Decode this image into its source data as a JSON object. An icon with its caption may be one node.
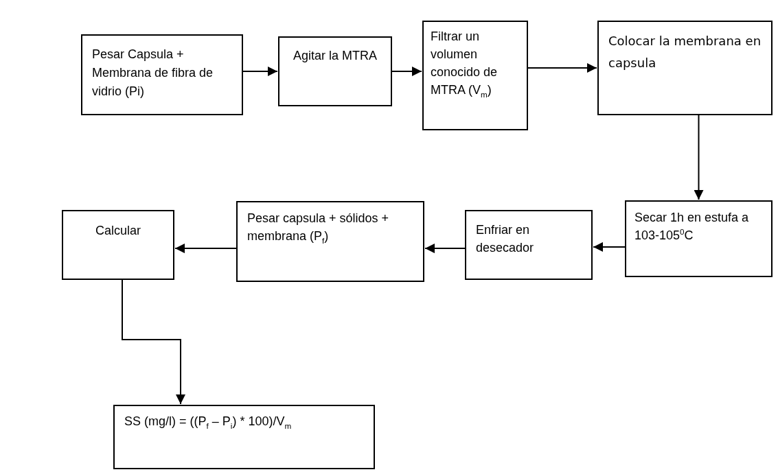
{
  "diagram": {
    "nodes": [
      {
        "text": [
          "Pesar Capsula + Membrana de fibra de vidrio (Pi)"
        ]
      },
      {
        "text": [
          "Agitar la MTRA"
        ]
      },
      {
        "text": [
          "Filtrar un volumen conocido de MTRA (V$_{m}$)"
        ]
      },
      {
        "text": [
          "Colocar la membrana en capsula"
        ]
      },
      {
        "text": [
          "Secar 1h en estufa a 103-105$^{0}$C"
        ]
      },
      {
        "text": [
          "Enfriar en desecador"
        ]
      },
      {
        "text": [
          "Pesar capsula + sólidos + membrana (P$_{f}$)"
        ]
      },
      {
        "text": [
          "Calcular"
        ]
      },
      {
        "text": [
          "SS (mg/l) = ((P$_{f}$ – P$_{i}$) * 100)/V$_{m}$"
        ]
      }
    ],
    "edges": [
      {
        "from": 0,
        "to": 1,
        "arrow": "to"
      },
      {
        "from": 1,
        "to": 2,
        "arrow": "to"
      },
      {
        "from": 2,
        "to": 3,
        "arrow": "to"
      },
      {
        "from": 3,
        "to": 4,
        "arrow": "to"
      },
      {
        "from": 4,
        "to": 5,
        "arrow": "to"
      },
      {
        "from": 5,
        "to": 6,
        "arrow": "to"
      },
      {
        "from": 6,
        "to": 7,
        "arrow": "to"
      },
      {
        "from": 7,
        "to": 8,
        "arrow": "to"
      }
    ]
  }
}
